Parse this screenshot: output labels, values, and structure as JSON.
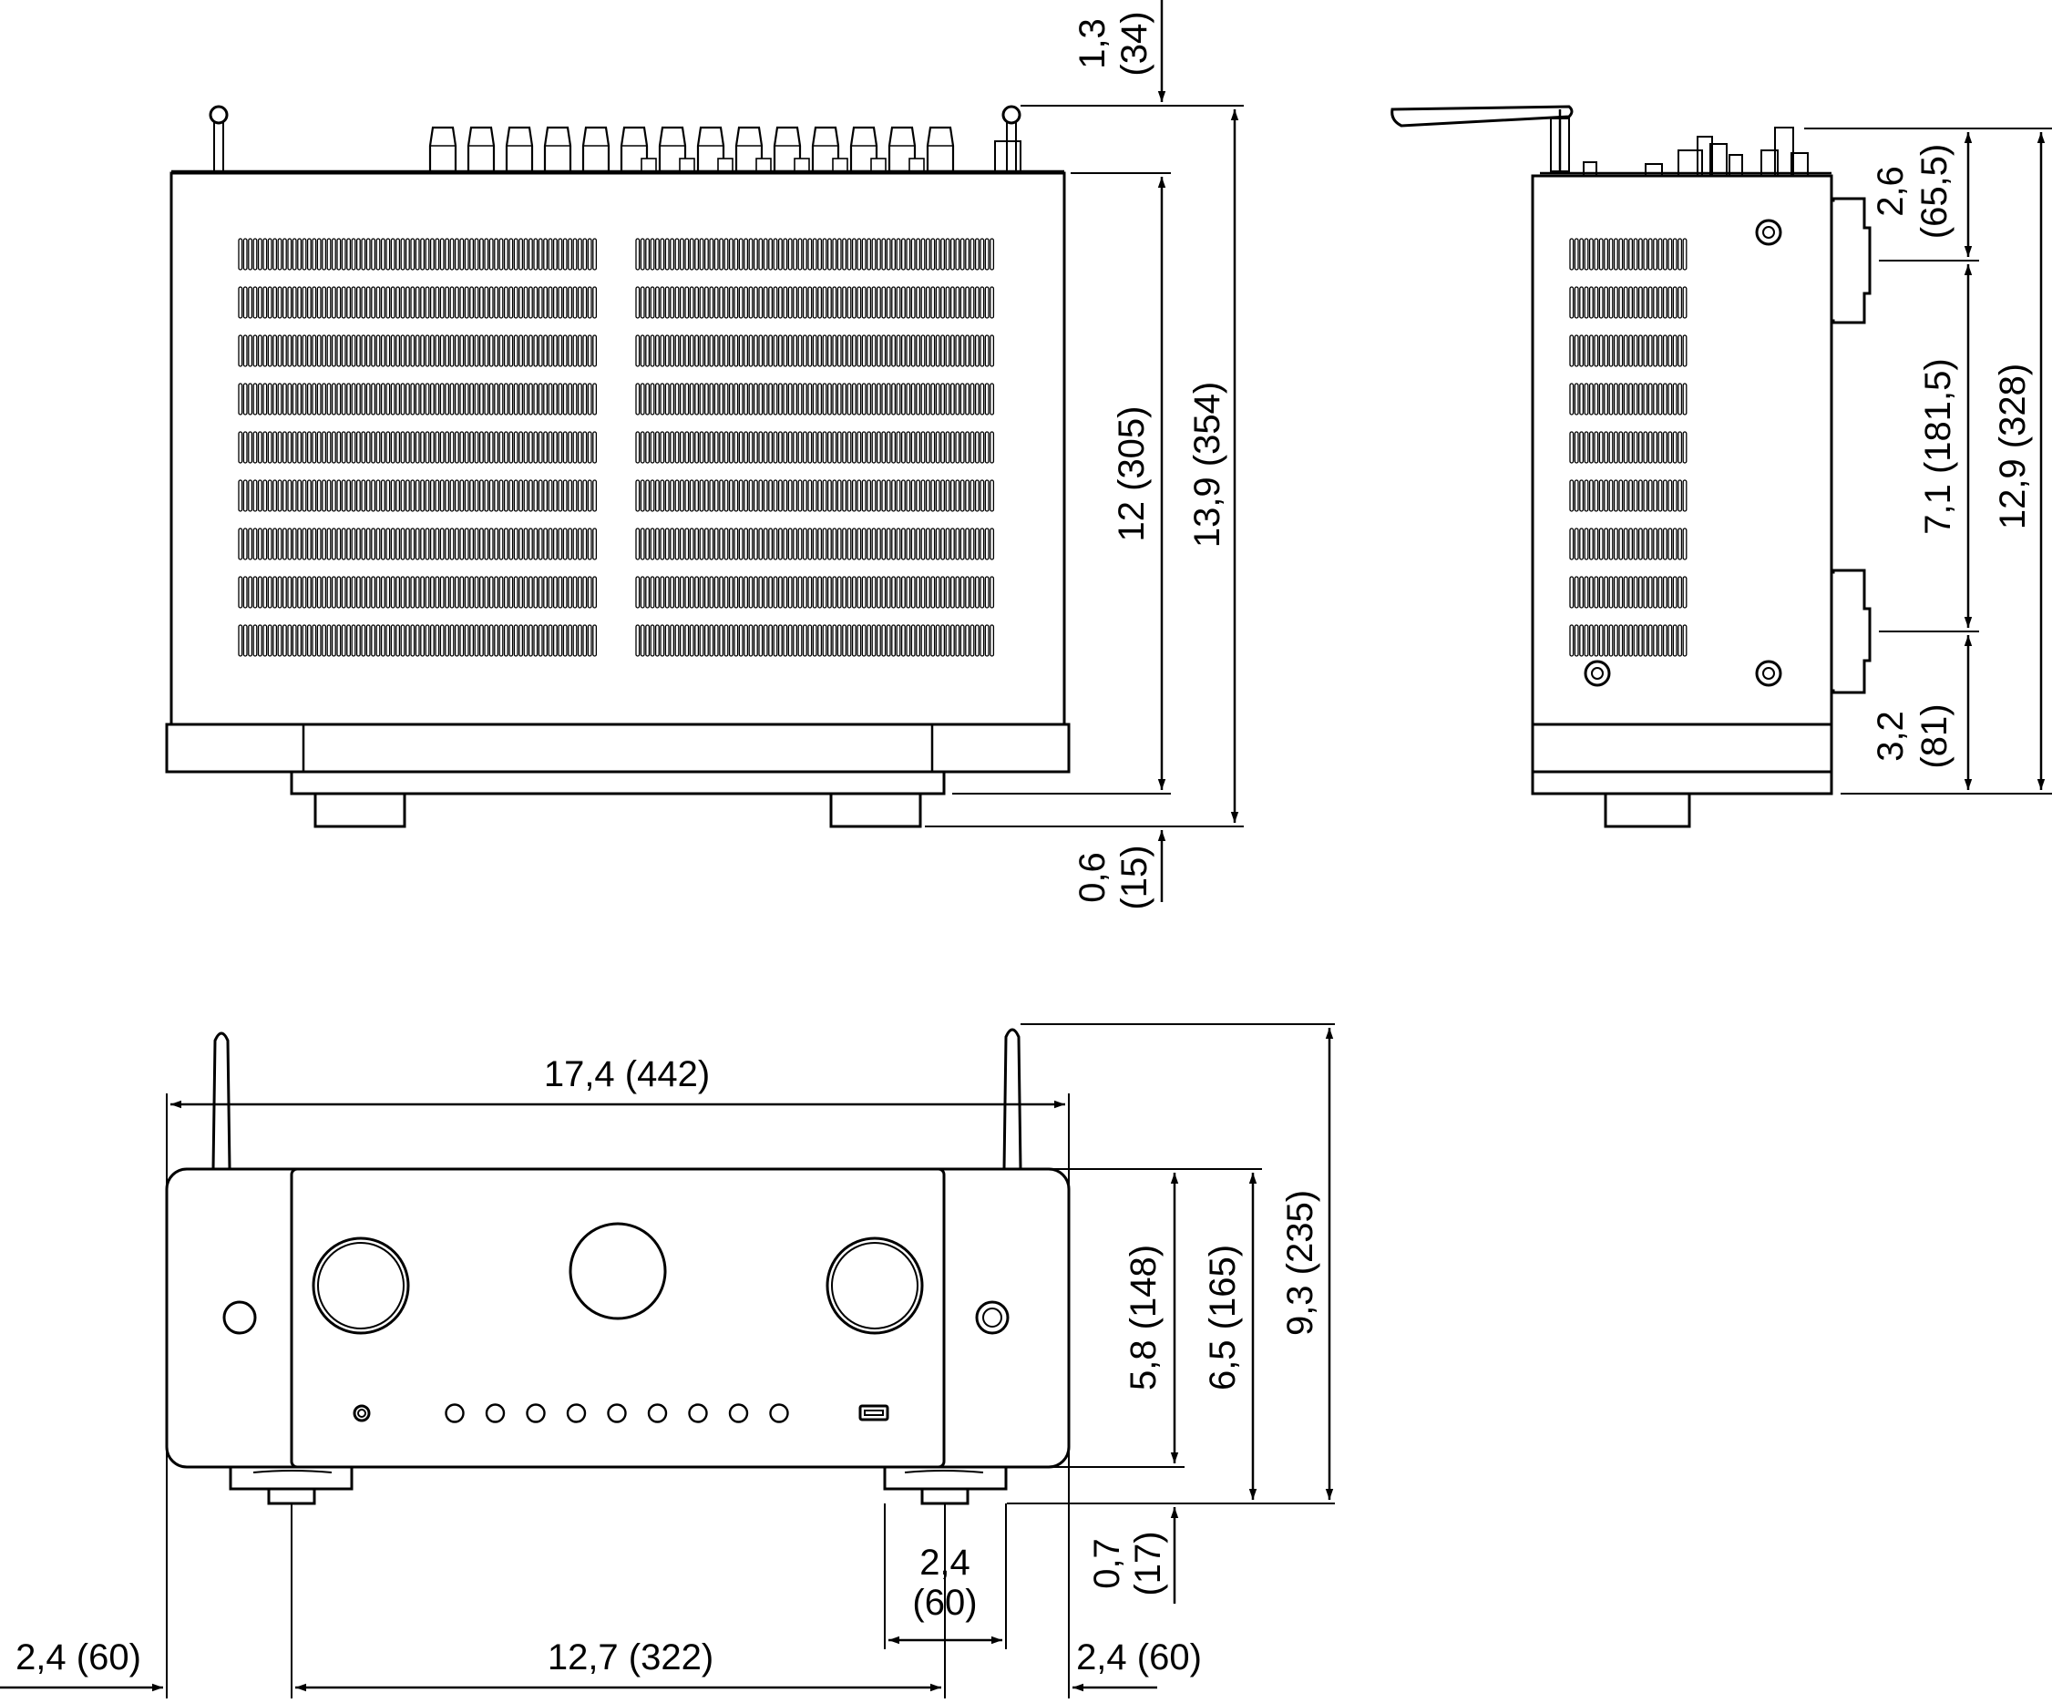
{
  "top_view": {
    "dims": {
      "antenna_above_in": "1,3",
      "antenna_above_mm": "(34)",
      "body_depth": "12 (305)",
      "total_depth": "13,9 (354)",
      "feet_in": "0,6",
      "feet_mm": "(15)"
    }
  },
  "side_view": {
    "dims": {
      "top_in": "2,6",
      "top_mm": "(65,5)",
      "middle": "7,1 (181,5)",
      "total": "12,9 (328)",
      "bottom_in": "3,2",
      "bottom_mm": "(81)"
    }
  },
  "front_view": {
    "dims": {
      "width": "17,4 (442)",
      "panel_height": "5,8 (148)",
      "body_height": "6,5 (165)",
      "total_height": "9,3 (235)",
      "foot_gap_in": "0,7",
      "foot_gap_mm": "(17)",
      "foot_width_in": "2,4",
      "foot_width_mm": "(60)",
      "left_offset": "2,4 (60)",
      "foot_spacing": "12,7 (322)",
      "right_offset": "2,4 (60)"
    }
  }
}
